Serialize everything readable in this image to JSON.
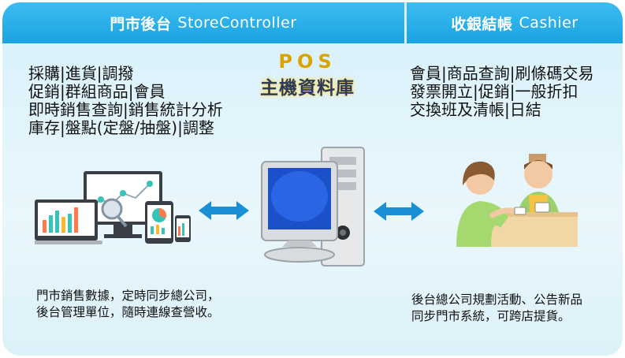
{
  "left_header": {
    "title": "門市後台",
    "subtitle": "StoreController"
  },
  "right_header": {
    "title": "收銀結帳",
    "subtitle": "Cashier"
  },
  "center": {
    "line1": "POS",
    "line2": "主機資料庫"
  },
  "left_features": [
    "採購|進貨|調撥",
    "促銷|群組商品|會員",
    "即時銷售查詢|銷售統計分析",
    "庫存|盤點(定盤/抽盤)|調整"
  ],
  "right_features": [
    "會員|商品查詢|刷條碼交易",
    "發票開立|促銷|一般折扣",
    "交換班及清帳|日結"
  ],
  "left_note": [
    "門市銷售數據，定時同步總公司，",
    "後台管理單位，隨時連線查營收。"
  ],
  "right_note": [
    "後台總公司規劃活動、公告新品",
    "同步門市系統，可跨店提貨。"
  ],
  "icons": [
    "devices-dashboard-icon",
    "double-arrow-icon",
    "desktop-computer-icon",
    "cashier-icon"
  ],
  "colors": {
    "header": "#1aa3e2",
    "panel": "#e3f4fb",
    "arrow": "#1a8fd6",
    "title_accent": "#d9a300"
  }
}
